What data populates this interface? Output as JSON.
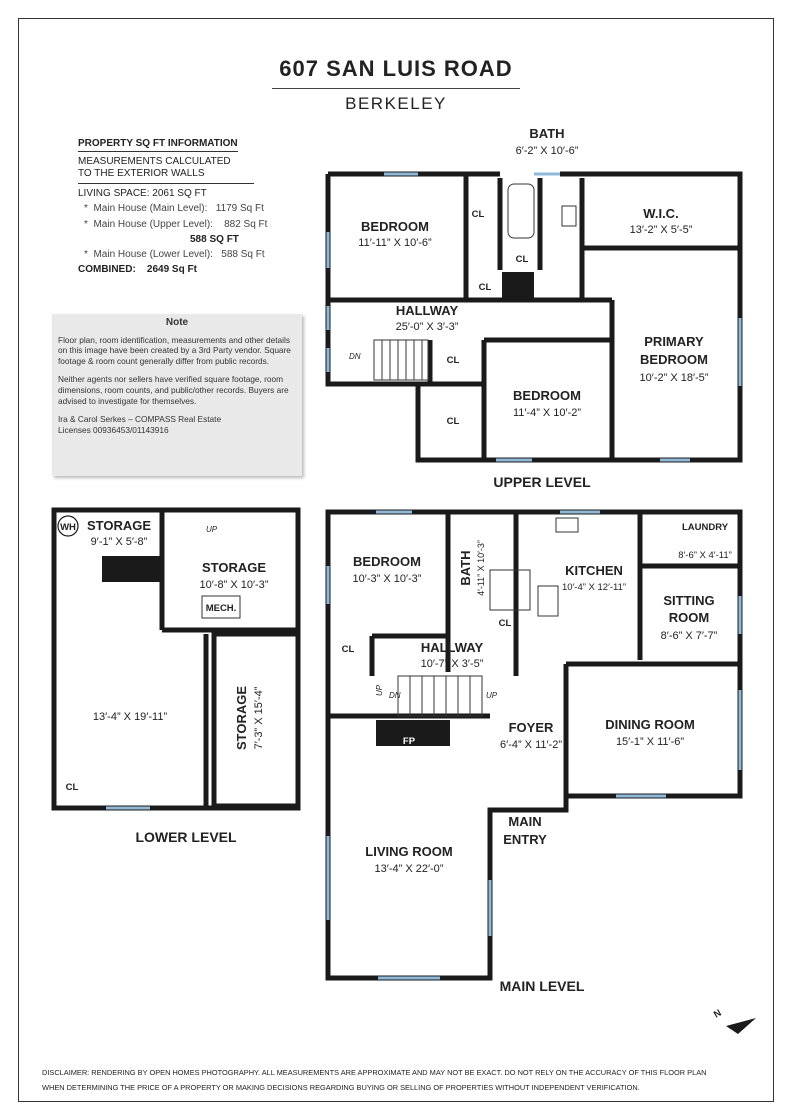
{
  "header": {
    "title": "607 SAN LUIS ROAD",
    "subtitle": "BERKELEY"
  },
  "sqft_info": {
    "heading": "PROPERTY SQ FT INFORMATION",
    "measure_line1": "MEASUREMENTS CALCULATED",
    "measure_line2": "TO THE EXTERIOR WALLS",
    "living": "LIVING SPACE: 2061 SQ FT",
    "main_label": "Main House (Main Level):",
    "main_value": "1179 Sq Ft",
    "upper_label": "Main House (Upper Level):",
    "upper_value": "882 Sq Ft",
    "extra": "588 SQ FT",
    "lower_label": "Main House (Lower Level):",
    "lower_value": "588 Sq Ft",
    "combined_label": "COMBINED:",
    "combined_value": "2649  Sq Ft"
  },
  "note": {
    "title": "Note",
    "p1": "Floor plan, room identification, measurements and other details on this image have been created by a 3rd Party vendor. Square footage & room count generally differ from public records.",
    "p2": "Neither agents nor sellers have verified square footage, room dimensions, room counts, and public/other records. Buyers are advised to investigate for themselves.",
    "p3a": "Ira & Carol Serkes – COMPASS Real Estate",
    "p3b": "Licenses 00936453/01143916"
  },
  "upper_level": {
    "label": "UPPER LEVEL",
    "bath_name": "BATH",
    "bath_dim": "6′-2” X 10′-6”",
    "bedroom1_name": "BEDROOM",
    "bedroom1_dim": "11′-11” X 10′-6”",
    "wic_name": "W.I.C.",
    "wic_dim": "13′-2” X 5′-5”",
    "hallway_name": "HALLWAY",
    "hallway_dim": "25′-0” X 3′-3”",
    "primary_name1": "PRIMARY",
    "primary_name2": "BEDROOM",
    "primary_dim": "10′-2” X 18′-5”",
    "bedroom2_name": "BEDROOM",
    "bedroom2_dim": "11′-4” X 10′-2”",
    "cl": "CL",
    "dn": "DN"
  },
  "lower_level": {
    "label": "LOWER LEVEL",
    "wh": "WH",
    "storage1_name": "STORAGE",
    "storage1_dim": "9′-1” X 5′-8”",
    "storage2_name": "STORAGE",
    "storage2_dim": "10′-8” X 10′-3”",
    "mech": "MECH.",
    "garage_dim": "13′-4” X 19′-11”",
    "storage3_name": "STORAGE",
    "storage3_dim": "7′-3” X 15′-4”",
    "cl": "CL",
    "up": "UP"
  },
  "main_level": {
    "label": "MAIN LEVEL",
    "bedroom_name": "BEDROOM",
    "bedroom_dim": "10′-3” X 10′-3”",
    "bath_name": "BATH",
    "bath_dim": "4′-11” X 10′-3”",
    "kitchen_name": "KITCHEN",
    "kitchen_dim": "10′-4” X 12′-11”",
    "laundry_name": "LAUNDRY",
    "laundry_dim": "8′-6” X 4′-11”",
    "sitting_name1": "SITTING",
    "sitting_name2": "ROOM",
    "sitting_dim": "8′-6” X 7′-7”",
    "hallway_name": "HALLWAY",
    "hallway_dim": "10′-7” X 3′-5”",
    "dining_name": "DINING ROOM",
    "dining_dim": "15′-1” X 11′-6”",
    "foyer_name": "FOYER",
    "foyer_dim": "6′-4” X 11′-2”",
    "fp": "FP",
    "entry1": "MAIN",
    "entry2": "ENTRY",
    "living_name": "LIVING ROOM",
    "living_dim": "13′-4” X 22′-0”",
    "cl": "CL",
    "up": "UP",
    "dn": "DN"
  },
  "compass": {
    "letter": "N"
  },
  "disclaimer": {
    "line1": "DISCLAIMER: RENDERING BY OPEN HOMES PHOTOGRAPHY. ALL MEASUREMENTS ARE APPROXIMATE AND MAY NOT BE EXACT. DO NOT RELY ON THE ACCURACY OF THIS FLOOR PLAN",
    "line2": "WHEN DETERMINING THE PRICE OF A PROPERTY OR MAKING DECISIONS REGARDING BUYING OR SELLING OF PROPERTIES WITHOUT INDEPENDENT VERIFICATION."
  },
  "colors": {
    "wall": "#1a1a1a",
    "window": "#8fb8d8",
    "note_bg": "#e9e9e9"
  }
}
